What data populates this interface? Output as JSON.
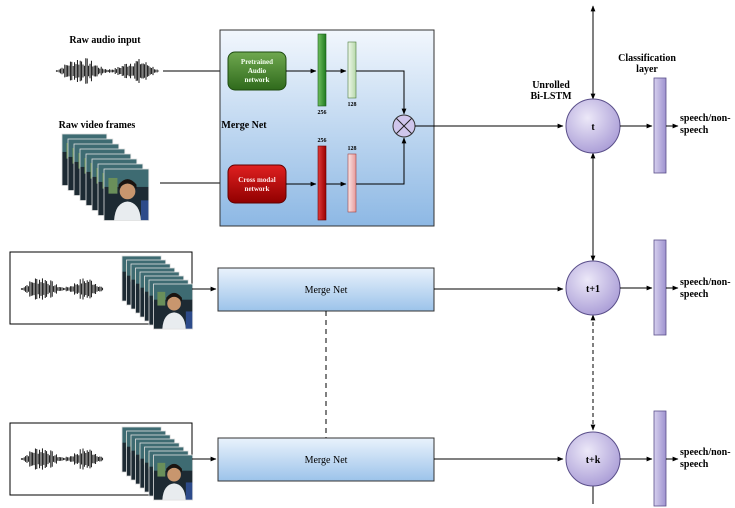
{
  "labels": {
    "raw_audio_input": "Raw audio input",
    "raw_video_frames": "Raw video frames",
    "merge_net_title": "Merge Net",
    "audio_net": [
      "Pretrained",
      "Audio",
      "network"
    ],
    "cross_modal_net": [
      "Cross modal",
      "network"
    ],
    "dim_256_audio": "256",
    "dim_128_audio": "128",
    "dim_256_video": "256",
    "dim_128_video": "128",
    "unrolled_bilstm": [
      "Unrolled",
      "Bi-LSTM"
    ],
    "classification_layer": [
      "Classification",
      "layer"
    ],
    "merge_net_row2": "Merge Net",
    "merge_net_row3": "Merge Net",
    "node_t": "t",
    "node_t1": "t+1",
    "node_tk": "t+k",
    "output_row1": [
      "speech/non-",
      "speech"
    ],
    "output_row2": [
      "speech/non-",
      "speech"
    ],
    "output_row3": [
      "speech/non-",
      "speech"
    ]
  },
  "colors": {
    "merge_net_fill_top": "#f2f7fd",
    "merge_net_fill_bottom": "#8db8e4",
    "audio_net_green": "#3f7f2a",
    "cross_modal_red": "#b40000",
    "bar_green": "#2e8b2e",
    "bar_green_light": "#cfe6c6",
    "bar_red": "#c40000",
    "bar_red_light": "#f0b4b4",
    "lstm_node": "#c7bde6",
    "classifier_bar": "#b9b0dc"
  }
}
